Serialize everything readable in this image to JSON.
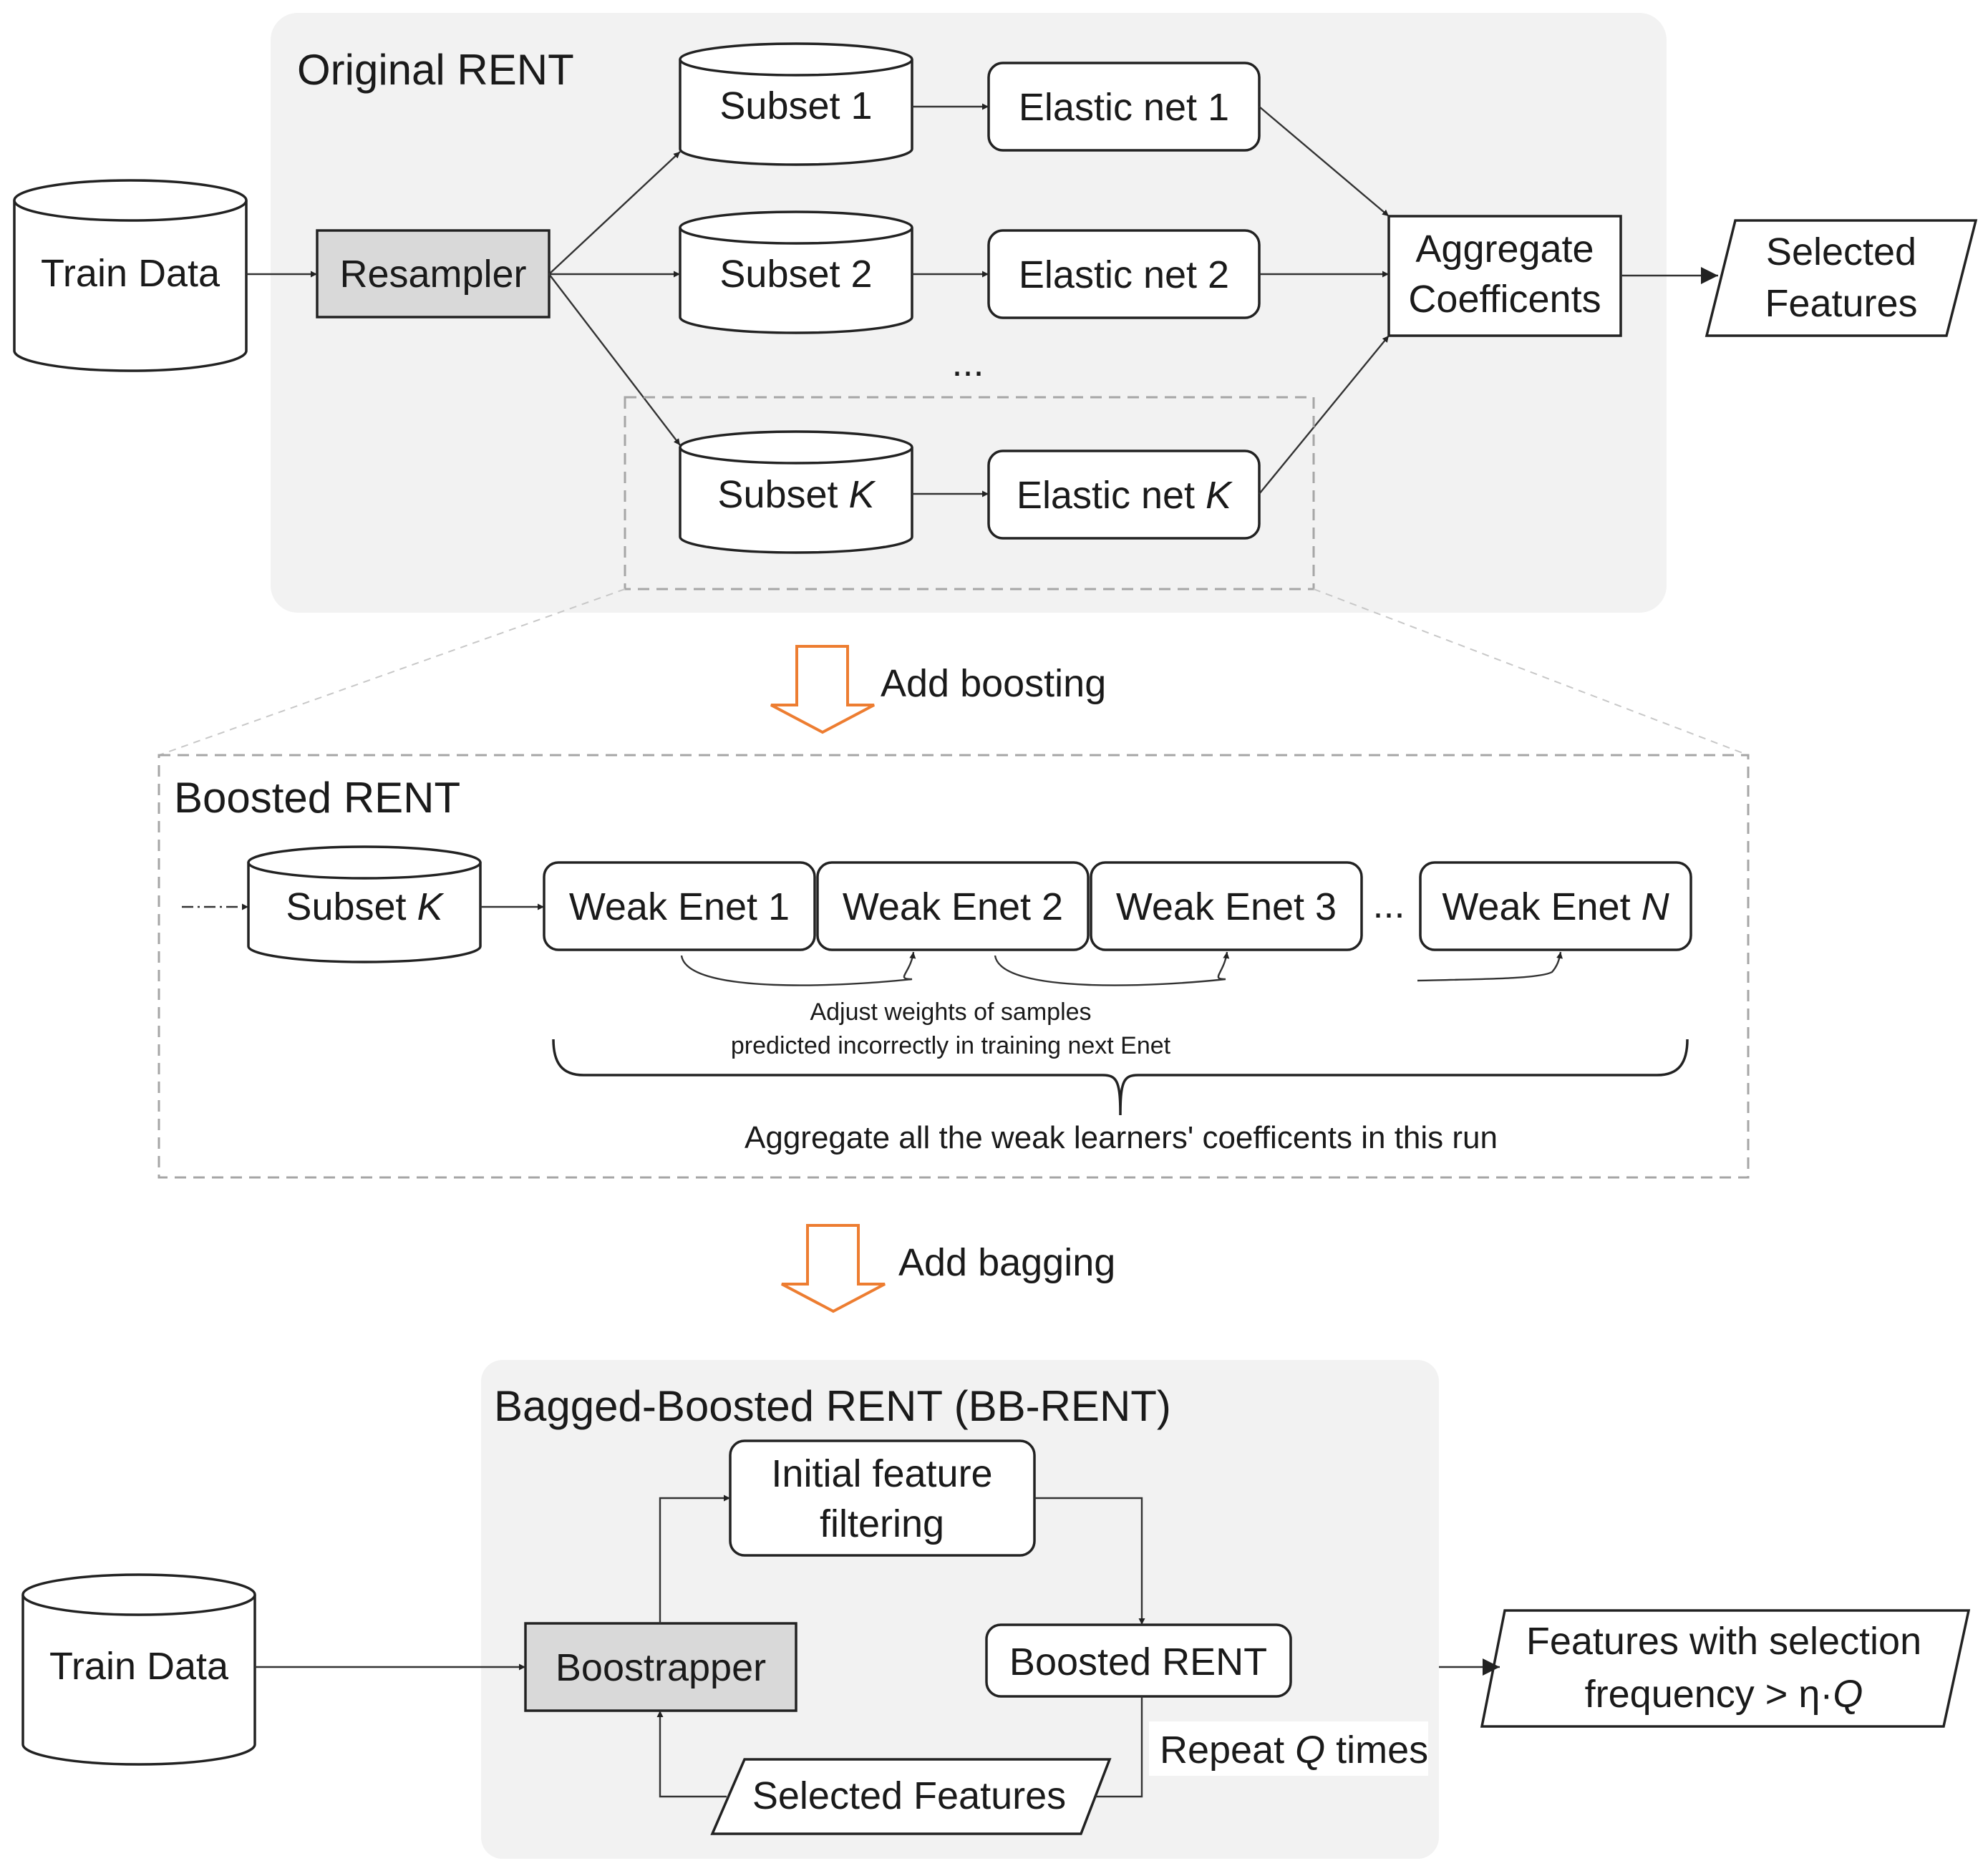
{
  "original": {
    "title": "Original RENT",
    "train_data": "Train Data",
    "resampler": "Resampler",
    "subsets": [
      {
        "prefix": "Subset ",
        "index": "1"
      },
      {
        "prefix": "Subset ",
        "index": "2"
      },
      {
        "prefix": "Subset ",
        "index": "K"
      }
    ],
    "nets": [
      {
        "prefix": "Elastic net ",
        "index": "1"
      },
      {
        "prefix": "Elastic net ",
        "index": "2"
      },
      {
        "prefix": "Elastic net ",
        "index": "K"
      }
    ],
    "ellipsis": "...",
    "aggregate_line1": "Aggregate",
    "aggregate_line2": "Coefficents",
    "selected_line1": "Selected",
    "selected_line2": "Features"
  },
  "transition1": "Add boosting",
  "boosted": {
    "title": "Boosted RENT",
    "subset_prefix": "Subset ",
    "subset_index": "K",
    "weak": [
      {
        "prefix": "Weak Enet ",
        "index": "1"
      },
      {
        "prefix": "Weak Enet ",
        "index": "2"
      },
      {
        "prefix": "Weak Enet ",
        "index": "3"
      },
      {
        "prefix": "Weak Enet ",
        "index": "N"
      }
    ],
    "ellipsis": "...",
    "adjust_line1": "Adjust weights of samples",
    "adjust_line2": "predicted incorrectly in training next Enet",
    "aggregate_note": "Aggregate all the weak learners' coefficents in this run"
  },
  "transition2": "Add bagging",
  "bagged": {
    "title": "Bagged-Boosted RENT (BB-RENT)",
    "train_data": "Train Data",
    "bootstrapper": "Boostrapper",
    "filter_line1": "Initial feature",
    "filter_line2": "filtering",
    "boosted_rent": "Boosted RENT",
    "selected": "Selected Features",
    "repeat_prefix": "Repeat ",
    "repeat_var": "Q",
    "repeat_suffix": " times",
    "output_line1": "Features with selection",
    "output_line2_prefix": "frequency > η·",
    "output_line2_var": "Q"
  },
  "colors": {
    "panel": "#f2f2f2",
    "gray_box": "#d9d9d9",
    "orange_arrow": "#ed7d31",
    "dashed_frame": "#a6a6a6"
  }
}
